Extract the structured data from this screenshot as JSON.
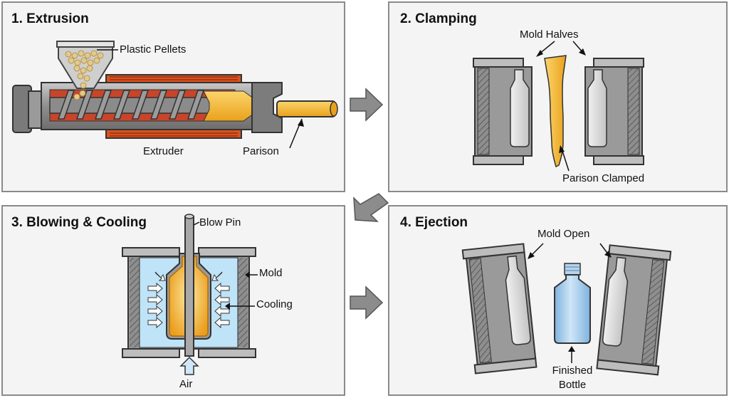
{
  "panels": [
    {
      "title": "1. Extrusion",
      "labels": {
        "pellets": "Plastic Pellets",
        "extruder": "Extruder",
        "parison": "Parison"
      }
    },
    {
      "title": "2. Clamping",
      "labels": {
        "mold_halves": "Mold Halves",
        "parison_clamped": "Parison Clamped"
      }
    },
    {
      "title": "3. Blowing & Cooling",
      "labels": {
        "blow_pin": "Blow Pin",
        "mold": "Mold",
        "cooling": "Cooling",
        "air": "Air"
      }
    },
    {
      "title": "4. Ejection",
      "labels": {
        "mold_open": "Mold Open",
        "finished_line1": "Finished",
        "finished_line2": "Bottle"
      }
    }
  ],
  "colors": {
    "mold_gray": "#8e8e8e",
    "heater_orange": "#d9531e",
    "parison_amber": "#f4b63a",
    "coolant_blue": "#bfe3f7",
    "bottle_blue": "#9cc6ea",
    "arrow_gray": "#8c8c8c"
  }
}
